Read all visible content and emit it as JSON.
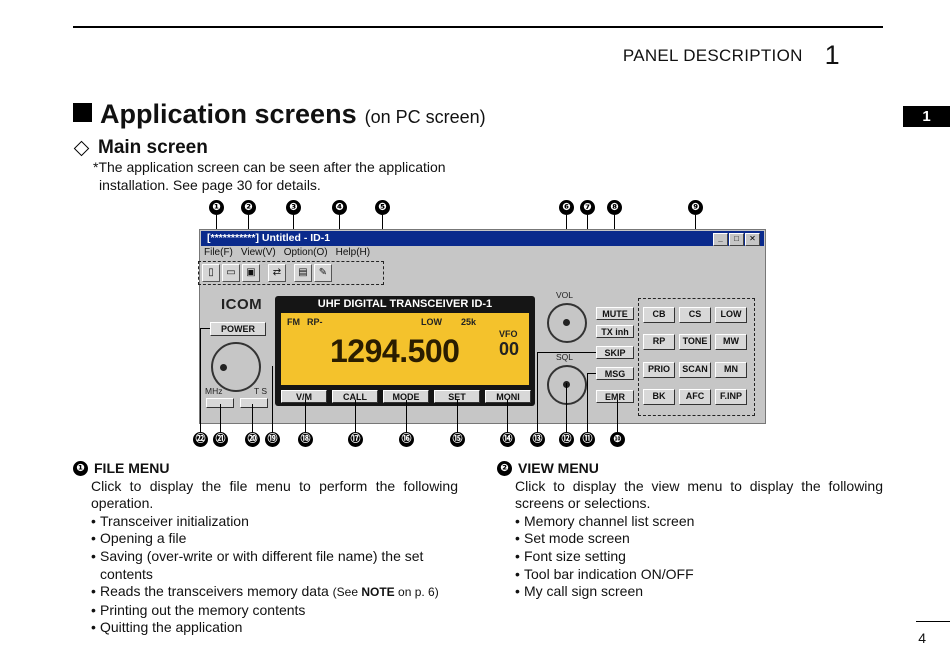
{
  "header": {
    "section": "PANEL DESCRIPTION",
    "chapter": "1",
    "side_tab": "1",
    "page_number": "4"
  },
  "title": {
    "main": "Application screens",
    "sub": "(on PC screen)"
  },
  "subtitle": "Main screen",
  "note": {
    "line1": "*The application screen can be seen after the application",
    "line2": "installation. See page 30 for details."
  },
  "screenshot": {
    "window_title": "[***********] Untitled - ID-1",
    "menu": [
      "File(F)",
      "View(V)",
      "Option(O)",
      "Help(H)"
    ],
    "toolbar_icons": [
      "new-file-icon",
      "open-folder-icon",
      "save-icon",
      "read-icon",
      "print-icon",
      "settings-icon"
    ],
    "logo": "ICOM",
    "radio_title": "UHF DIGITAL TRANSCEIVER   ID-1",
    "lcd": {
      "mode": "FM",
      "shift": "RP-",
      "power": "LOW",
      "step": "25k",
      "vfo": "VFO",
      "channel": "00",
      "frequency": "1294.500"
    },
    "left_buttons": {
      "power": "POWER",
      "mhz": "MHz",
      "ts": "T S"
    },
    "bottom_buttons": [
      "V/M",
      "CALL",
      "MODE",
      "SET",
      "MONI"
    ],
    "right_buttons": [
      "MUTE",
      "TX inh",
      "SKIP",
      "MSG",
      "EMR"
    ],
    "knob_labels": {
      "vol": "VOL",
      "sql": "SQL"
    },
    "bank_buttons": [
      "CB",
      "CS",
      "LOW",
      "RP",
      "TONE",
      "MW",
      "PRIO",
      "SCAN",
      "MN",
      "BK",
      "AFC",
      "F.INP"
    ],
    "markers_top": [
      "❶",
      "❷",
      "❸",
      "❹",
      "❺",
      "❻",
      "❼",
      "❽",
      "❾"
    ],
    "markers_bottom": [
      "㉒",
      "㉑",
      "⑳",
      "⑲",
      "⑱",
      "⑰",
      "⑯",
      "⑮",
      "⑭",
      "⑬",
      "⑫",
      "⑪",
      "❿"
    ]
  },
  "file_menu": {
    "marker": "❶",
    "heading": "FILE MENU",
    "description": "Click to display the file menu to perform the following operation.",
    "items": [
      "Transceiver initialization",
      "Opening a file",
      "Saving (over-write or with different file name) the set contents",
      "Reads the transceivers memory data"
    ],
    "note_prefix": "(See ",
    "note_bold": "NOTE",
    "note_suffix": " on p. 6)",
    "items_after": [
      "Printing out the memory contents",
      "Quitting the application"
    ]
  },
  "view_menu": {
    "marker": "❷",
    "heading": "VIEW MENU",
    "description": "Click to display the view menu to display the following screens or selections.",
    "items": [
      "Memory channel list screen",
      "Set mode screen",
      "Font size setting",
      "Tool bar indication ON/OFF",
      "My call sign screen"
    ]
  }
}
